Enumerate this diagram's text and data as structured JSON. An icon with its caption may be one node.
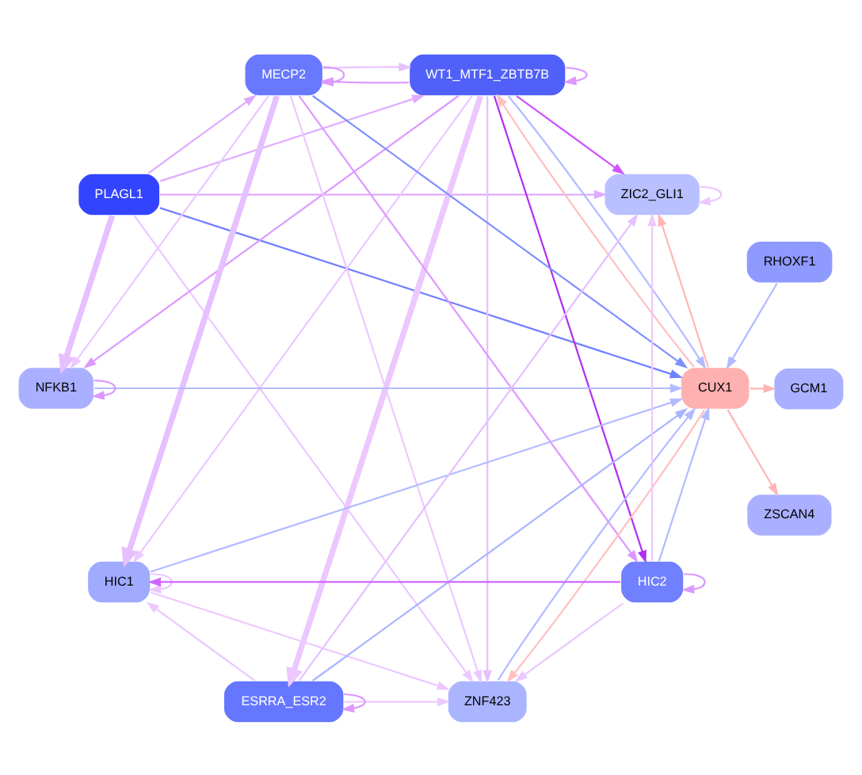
{
  "diagram": {
    "nodes": [
      {
        "text": [
          "PLAGL1"
        ]
      },
      {
        "text": [
          "ZSCAN4"
        ]
      },
      {
        "text": [
          "WT1_MTF1_ZBTB7B"
        ]
      },
      {
        "text": [
          "GCM1"
        ]
      },
      {
        "text": [
          "MECP2"
        ]
      },
      {
        "text": [
          "CUX1"
        ]
      },
      {
        "text": [
          "ZIC2_GLI1"
        ]
      },
      {
        "text": [
          "NFKB1"
        ]
      },
      {
        "text": [
          "RHOXF1"
        ]
      },
      {
        "text": [
          "ZNF423"
        ]
      },
      {
        "text": [
          "HIC1"
        ]
      },
      {
        "text": [
          "ESRRA_ESR2"
        ]
      },
      {
        "text": [
          "HIC2"
        ]
      }
    ],
    "edges": [
      {
        "from": 0,
        "to": 2,
        "arrow": "to",
        "color": "#e0aaff"
      },
      {
        "from": 0,
        "to": 5,
        "arrow": "to",
        "color": "#7080ff"
      },
      {
        "from": 0,
        "to": 6,
        "arrow": "to",
        "color": "#e0aaff"
      },
      {
        "from": 0,
        "to": 4,
        "arrow": "to",
        "color": "#e0aaff"
      },
      {
        "from": 0,
        "to": 7,
        "arrow": "to",
        "color": "#e6c0ff",
        "style": "thick"
      },
      {
        "from": 0,
        "to": 9,
        "arrow": "to",
        "color": "#ecc8ff"
      },
      {
        "from": 2,
        "to": 2,
        "arrow": "to",
        "color": "#dd99ff"
      },
      {
        "from": 2,
        "to": 4,
        "arrow": "to",
        "color": "#dd99ff"
      },
      {
        "from": 4,
        "to": 2,
        "arrow": "to",
        "color": "#e6c0ff"
      },
      {
        "from": 2,
        "to": 6,
        "arrow": "to",
        "color": "#cc55ff"
      },
      {
        "from": 2,
        "to": 12,
        "arrow": "to",
        "color": "#b030f0"
      },
      {
        "from": 5,
        "to": 2,
        "arrow": "to",
        "color": "#ffc0c0"
      },
      {
        "from": 2,
        "to": 5,
        "arrow": "to",
        "color": "#b3bbff"
      },
      {
        "from": 2,
        "to": 7,
        "arrow": "to",
        "color": "#dd99ff"
      },
      {
        "from": 2,
        "to": 9,
        "arrow": "to",
        "color": "#e6c0ff"
      },
      {
        "from": 2,
        "to": 11,
        "arrow": "to",
        "color": "#ecc8ff",
        "style": "thick"
      },
      {
        "from": 2,
        "to": 10,
        "arrow": "to",
        "color": "#ecc8ff"
      },
      {
        "from": 4,
        "to": 4,
        "arrow": "to",
        "color": "#dd99ff"
      },
      {
        "from": 4,
        "to": 5,
        "arrow": "to",
        "color": "#8090ff"
      },
      {
        "from": 4,
        "to": 7,
        "arrow": "to",
        "color": "#ecc8ff"
      },
      {
        "from": 4,
        "to": 9,
        "arrow": "to",
        "color": "#ecc8ff"
      },
      {
        "from": 4,
        "to": 10,
        "arrow": "to",
        "color": "#e6c0ff",
        "style": "thick"
      },
      {
        "from": 4,
        "to": 12,
        "arrow": "to",
        "color": "#dd99ff"
      },
      {
        "from": 5,
        "to": 1,
        "arrow": "to",
        "color": "#ffb6b6"
      },
      {
        "from": 5,
        "to": 3,
        "arrow": "to",
        "color": "#ffb6b6"
      },
      {
        "from": 5,
        "to": 6,
        "arrow": "to",
        "color": "#ffb6b6"
      },
      {
        "from": 5,
        "to": 9,
        "arrow": "to",
        "color": "#ffc0c0"
      },
      {
        "from": 9,
        "to": 5,
        "arrow": "to",
        "color": "#b3bbff"
      },
      {
        "from": 6,
        "to": 6,
        "arrow": "to",
        "color": "#ecc8ff"
      },
      {
        "from": 7,
        "to": 7,
        "arrow": "to",
        "color": "#dd99ff"
      },
      {
        "from": 7,
        "to": 5,
        "arrow": "to",
        "color": "#b3bbff"
      },
      {
        "from": 8,
        "to": 5,
        "arrow": "to",
        "color": "#b3bbff"
      },
      {
        "from": 10,
        "to": 5,
        "arrow": "to",
        "color": "#b3bbff"
      },
      {
        "from": 11,
        "to": 5,
        "arrow": "to",
        "color": "#aab4ff"
      },
      {
        "from": 12,
        "to": 5,
        "arrow": "to",
        "color": "#b3bbff"
      },
      {
        "from": 10,
        "to": 10,
        "arrow": "to",
        "color": "#ecc8ff"
      },
      {
        "from": 10,
        "to": 9,
        "arrow": "to",
        "color": "#ecc8ff"
      },
      {
        "from": 12,
        "to": 10,
        "arrow": "to",
        "color": "#cc66ff"
      },
      {
        "from": 12,
        "to": 12,
        "arrow": "to",
        "color": "#dd99ff"
      },
      {
        "from": 11,
        "to": 11,
        "arrow": "to",
        "color": "#dd99ff"
      },
      {
        "from": 11,
        "to": 9,
        "arrow": "to",
        "color": "#ecc8ff"
      },
      {
        "from": 11,
        "to": 10,
        "arrow": "to",
        "color": "#ecc8ff"
      },
      {
        "from": 11,
        "to": 6,
        "arrow": "to",
        "color": "#e6c0ff"
      },
      {
        "from": 12,
        "to": 6,
        "arrow": "to",
        "color": "#ecc8ff"
      },
      {
        "from": 12,
        "to": 9,
        "arrow": "to",
        "color": "#ecc8ff"
      }
    ]
  }
}
